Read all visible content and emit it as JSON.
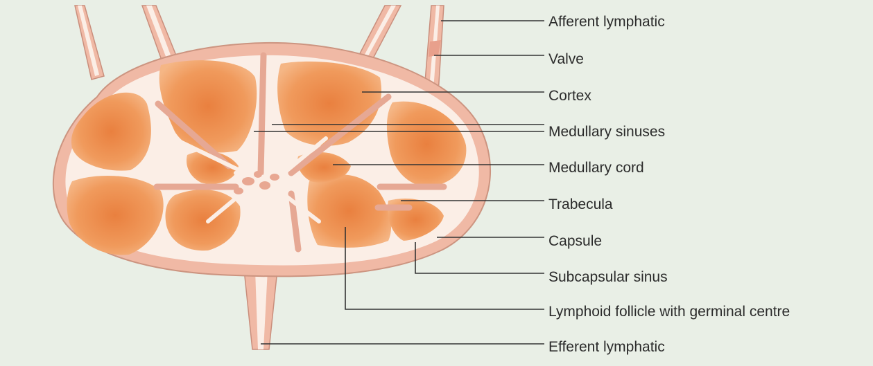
{
  "labels": [
    "Afferent lymphatic",
    "Valve",
    "Cortex",
    "Medullary sinuses",
    "Medullary cord",
    "Trabecula",
    "Capsule",
    "Subcapsular sinus",
    "Lymphoid follicle with germinal centre",
    "Efferent lymphatic"
  ],
  "colors": {
    "background": "#e9efe6",
    "capsule": "#f0b9a5",
    "sinus": "#fbeee6",
    "cortex": "#f2a266",
    "follicle_centre": "#ea8240",
    "leader_line": "#333333"
  }
}
